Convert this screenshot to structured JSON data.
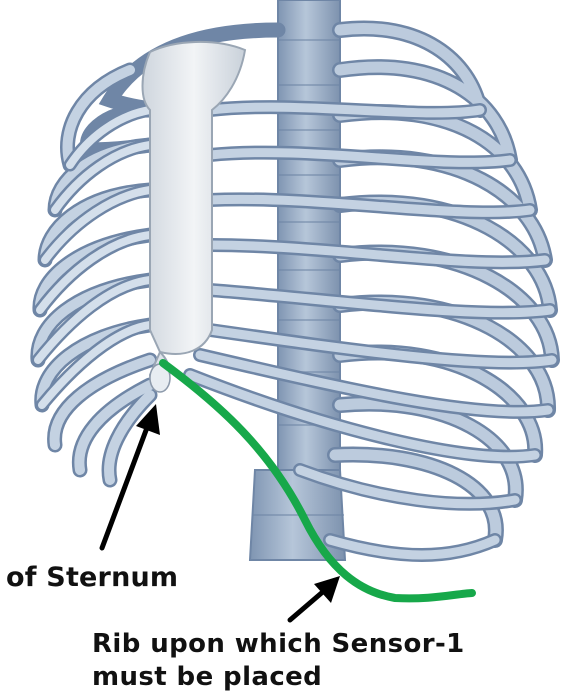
{
  "annotations": {
    "sternum_label": "of Sternum",
    "rib_label_line1": "Rib upon which Sensor-1",
    "rib_label_line2": "must be placed"
  },
  "colors": {
    "bone": "#b9c9dc",
    "bone_outline": "#6f86a6",
    "bone_light": "#dfe7ef",
    "spine": "#9aaec6",
    "sternum": "#e3e7ec",
    "highlight_line": "#17a84a",
    "arrow": "#000000",
    "text": "#111111"
  }
}
